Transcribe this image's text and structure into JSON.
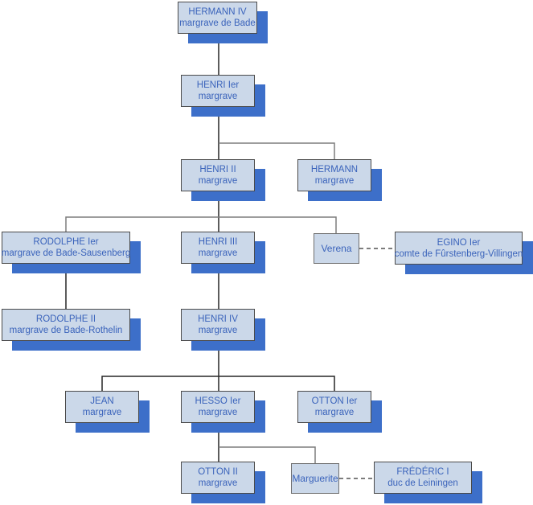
{
  "diagram": {
    "type": "family-tree",
    "nodes": [
      {
        "id": "hermann-iv",
        "line1": "HERMANN IV",
        "line2": "margrave de Bade"
      },
      {
        "id": "henri-ier",
        "line1": "HENRI Ier",
        "line2": "margrave"
      },
      {
        "id": "henri-ii",
        "line1": "HENRI II",
        "line2": "margrave"
      },
      {
        "id": "hermann",
        "line1": "HERMANN",
        "line2": "margrave"
      },
      {
        "id": "rodolphe-ier",
        "line1": "RODOLPHE Ier",
        "line2": "margrave de Bade-Sausenberg"
      },
      {
        "id": "henri-iii",
        "line1": "HENRI III",
        "line2": "margrave"
      },
      {
        "id": "verena",
        "line1": "Verena",
        "line2": ""
      },
      {
        "id": "egino-ier",
        "line1": "EGINO Ier",
        "line2": "comte de Fûrstenberg-Villingen"
      },
      {
        "id": "rodolphe-ii",
        "line1": "RODOLPHE II",
        "line2": "margrave de Bade-Rothelin"
      },
      {
        "id": "henri-iv",
        "line1": "HENRI IV",
        "line2": "margrave"
      },
      {
        "id": "jean",
        "line1": "JEAN",
        "line2": "margrave"
      },
      {
        "id": "hesso-ier",
        "line1": "HESSO Ier",
        "line2": "margrave"
      },
      {
        "id": "otton-ier",
        "line1": "OTTON Ier",
        "line2": "margrave"
      },
      {
        "id": "otton-ii",
        "line1": "OTTON II",
        "line2": "margrave"
      },
      {
        "id": "marguerite",
        "line1": "Marguerite",
        "line2": ""
      },
      {
        "id": "frederic-i",
        "line1": "FRÉDÉRIC I",
        "line2": "duc de Leiningen"
      }
    ],
    "colors": {
      "node_fill": "#cbd8e9",
      "node_border": "#4a4a4a",
      "spouse_border": "#6e6e6e",
      "shadow_blue": "#3d6fc9",
      "text_blue": "#3a63bb",
      "line_black": "#262626",
      "line_gray": "#7d7d7d",
      "background": "#ffffff"
    },
    "relations": {
      "solid_line_meaning": "descent",
      "dashed_line_meaning": "marriage",
      "marriages": [
        "Verena — EGINO Ier",
        "Marguerite — FRÉDÉRIC I"
      ]
    }
  }
}
